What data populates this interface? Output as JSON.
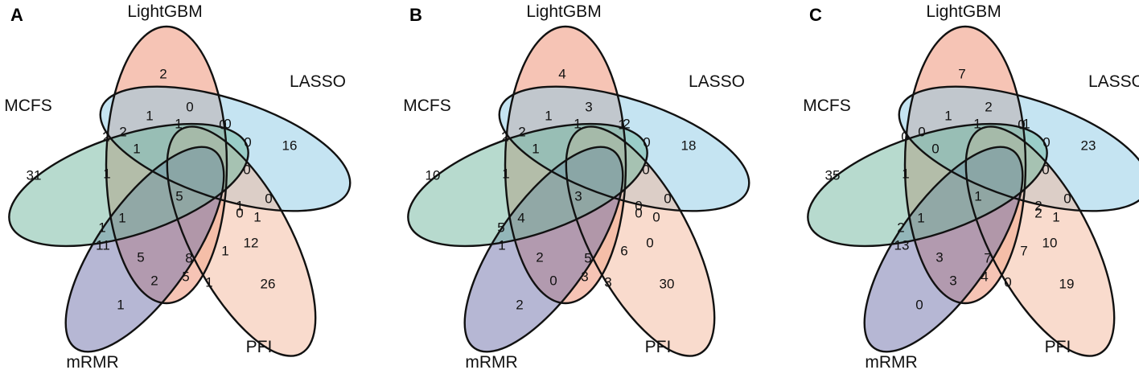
{
  "figure": {
    "sets": [
      {
        "key": "lightgbm",
        "label": "LightGBM",
        "color": "#ee8a6c"
      },
      {
        "key": "lasso",
        "label": "LASSO",
        "color": "#8cc9e6"
      },
      {
        "key": "pfi",
        "label": "PFI",
        "color": "#f4b89c"
      },
      {
        "key": "mrmr",
        "label": "mRMR",
        "color": "#6e70aa"
      },
      {
        "key": "mcfs",
        "label": "MCFS",
        "color": "#6fb59e"
      }
    ],
    "panels": [
      {
        "letter": "A",
        "counts": [
          "2",
          "16",
          "26",
          "1",
          "31",
          "1",
          "0",
          "1",
          "0",
          "0",
          "0",
          "0",
          "1",
          "1",
          "5",
          "2",
          "2",
          "1",
          "1",
          "12",
          "0",
          "0",
          "1",
          "1",
          "11",
          "5",
          "2",
          "8",
          "1",
          "1",
          "5"
        ]
      },
      {
        "letter": "B",
        "counts": [
          "4",
          "18",
          "30",
          "2",
          "10",
          "1",
          "3",
          "1",
          "1",
          "0",
          "0",
          "0",
          "0",
          "0",
          "3",
          "2",
          "2",
          "1",
          "1",
          "0",
          "2",
          "0",
          "5",
          "4",
          "1",
          "2",
          "0",
          "5",
          "6",
          "3",
          "3"
        ]
      },
      {
        "letter": "C",
        "counts": [
          "7",
          "23",
          "19",
          "0",
          "35",
          "1",
          "2",
          "1",
          "0",
          "0",
          "0",
          "0",
          "1",
          "2",
          "1",
          "0",
          "0",
          "0",
          "1",
          "10",
          "1",
          "2",
          "2",
          "1",
          "13",
          "3",
          "3",
          "7",
          "7",
          "0",
          "4"
        ]
      }
    ]
  }
}
